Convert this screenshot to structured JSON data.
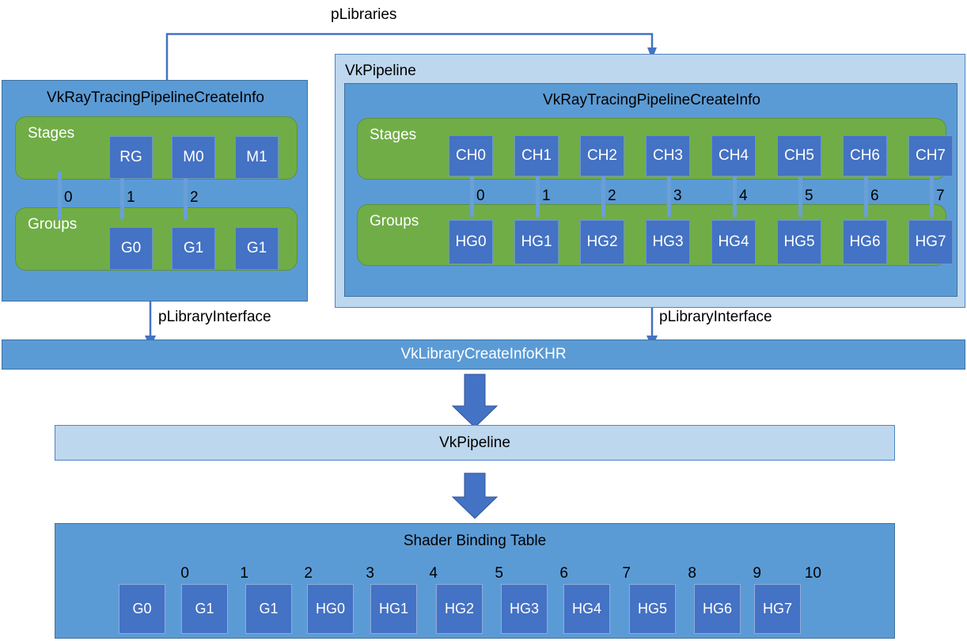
{
  "diagram": {
    "title_pLibraries": "pLibraries",
    "left_panel": {
      "title": "VkRayTracingPipelineCreateInfo",
      "stages_label": "Stages",
      "groups_label": "Groups",
      "stages": [
        "RG",
        "M0",
        "M1"
      ],
      "groups": [
        "G0",
        "G1",
        "G1"
      ],
      "indices": [
        "0",
        "1",
        "2"
      ],
      "library_interface_label": "pLibraryInterface"
    },
    "right_panel": {
      "outer_title": "VkPipeline",
      "title": "VkRayTracingPipelineCreateInfo",
      "stages_label": "Stages",
      "groups_label": "Groups",
      "stages": [
        "CH0",
        "CH1",
        "CH2",
        "CH3",
        "CH4",
        "CH5",
        "CH6",
        "CH7"
      ],
      "groups": [
        "HG0",
        "HG1",
        "HG2",
        "HG3",
        "HG4",
        "HG5",
        "HG6",
        "HG7"
      ],
      "indices": [
        "0",
        "1",
        "2",
        "3",
        "4",
        "5",
        "6",
        "7"
      ],
      "library_interface_label": "pLibraryInterface"
    },
    "library_create_info_bar": "VkLibraryCreateInfoKHR",
    "vkpipeline_bar": "VkPipeline",
    "shader_binding_table": {
      "title": "Shader Binding Table",
      "indices": [
        "0",
        "1",
        "2",
        "3",
        "4",
        "5",
        "6",
        "7",
        "8",
        "9",
        "10"
      ],
      "entries": [
        "G0",
        "G1",
        "G1",
        "HG0",
        "HG1",
        "HG2",
        "HG3",
        "HG4",
        "HG5",
        "HG6",
        "HG7"
      ]
    },
    "colors": {
      "panel_blue": "#5B9BD5",
      "frame_light": "#BDD7EE",
      "group_green": "#70AD47",
      "box_blue": "#4472C4",
      "connector": "#6a9fd8",
      "arrow": "#4472C4",
      "line": "#4472C4"
    }
  }
}
